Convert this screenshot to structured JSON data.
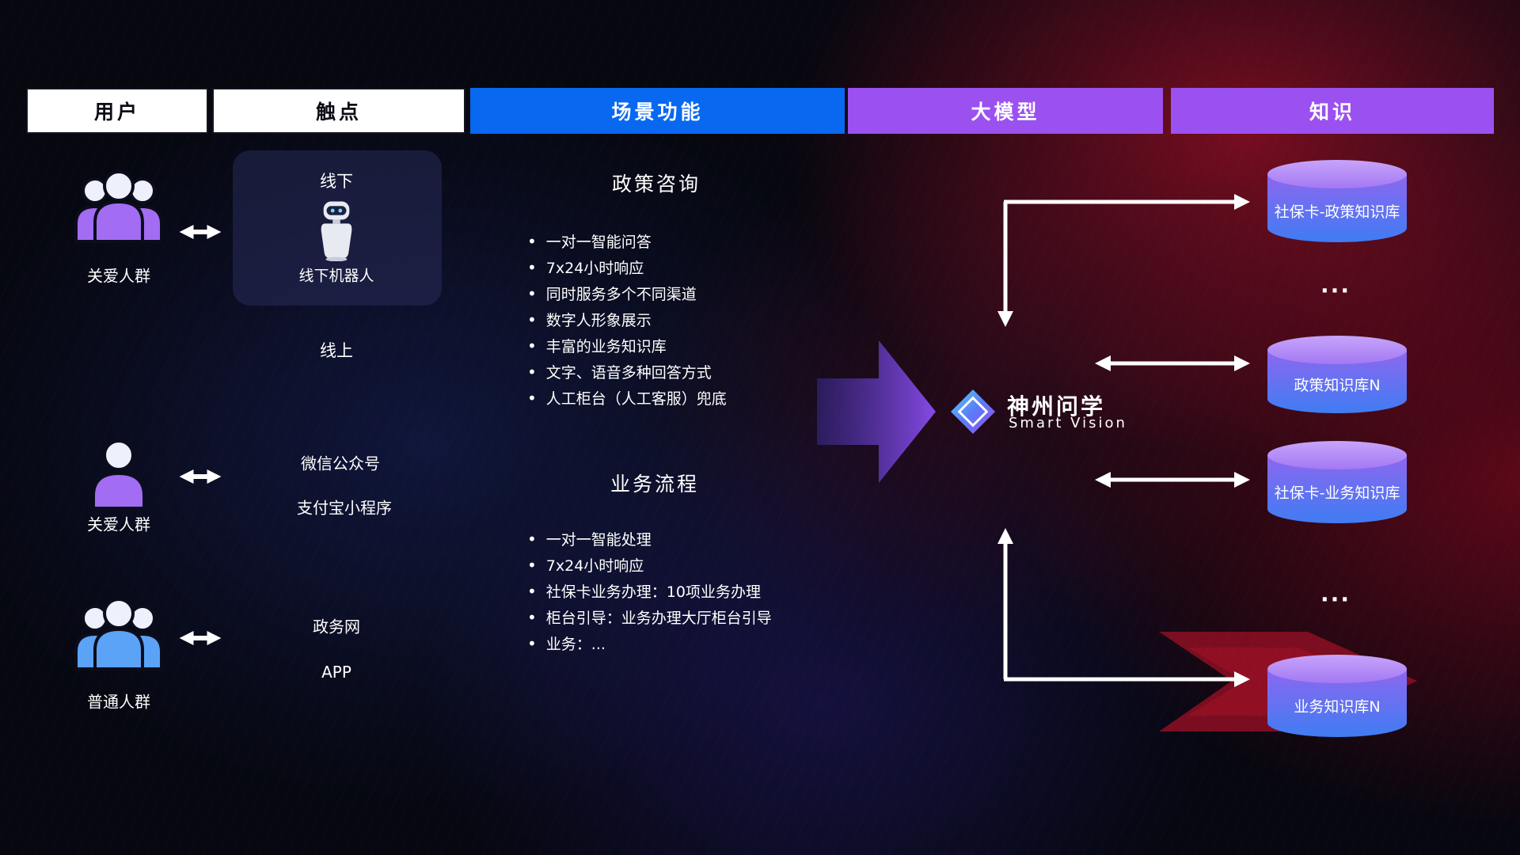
{
  "columns": [
    {
      "label": "用户"
    },
    {
      "label": "触点"
    },
    {
      "label": "场景功能"
    },
    {
      "label": "大模型"
    },
    {
      "label": "知识"
    }
  ],
  "users": [
    {
      "label": "关爱人群"
    },
    {
      "label": "关爱人群"
    },
    {
      "label": "普通人群"
    }
  ],
  "touchpoints": {
    "offline_title": "线下",
    "offline_robot_label": "线下机器人",
    "online_title": "线上",
    "channels": [
      "微信公众号",
      "支付宝小程序",
      "政务网",
      "APP"
    ]
  },
  "scenario": {
    "policy": {
      "title": "政策咨询",
      "items": [
        "一对一智能问答",
        "7x24小时响应",
        "同时服务多个不同渠道",
        "数字人形象展示",
        "丰富的业务知识库",
        "文字、语音多种回答方式",
        "人工柜台（人工客服）兜底"
      ]
    },
    "business": {
      "title": "业务流程",
      "items": [
        "一对一智能处理",
        "7x24小时响应",
        "社保卡业务办理：10项业务办理",
        "柜台引导：业务办理大厅柜台引导",
        "业务：..."
      ]
    }
  },
  "model": {
    "name": "神州问学",
    "subtitle": "Smart Vision"
  },
  "knowledge": {
    "databases": [
      {
        "label": "社保卡-政策知识库"
      },
      {
        "label": "政策知识库N"
      },
      {
        "label": "社保卡-业务知识库"
      },
      {
        "label": "业务知识库N"
      }
    ],
    "ellipsis": "..."
  },
  "colors": {
    "header_blue": "#0868f0",
    "header_purple": "#9b50f0",
    "db_top": "#b48cf8",
    "db_body_top": "#8d67f0",
    "db_body_bottom": "#3f7cf2",
    "flow_arrow": "#8b4df0",
    "background_red": "#c01030",
    "background_dark": "#06070f"
  }
}
